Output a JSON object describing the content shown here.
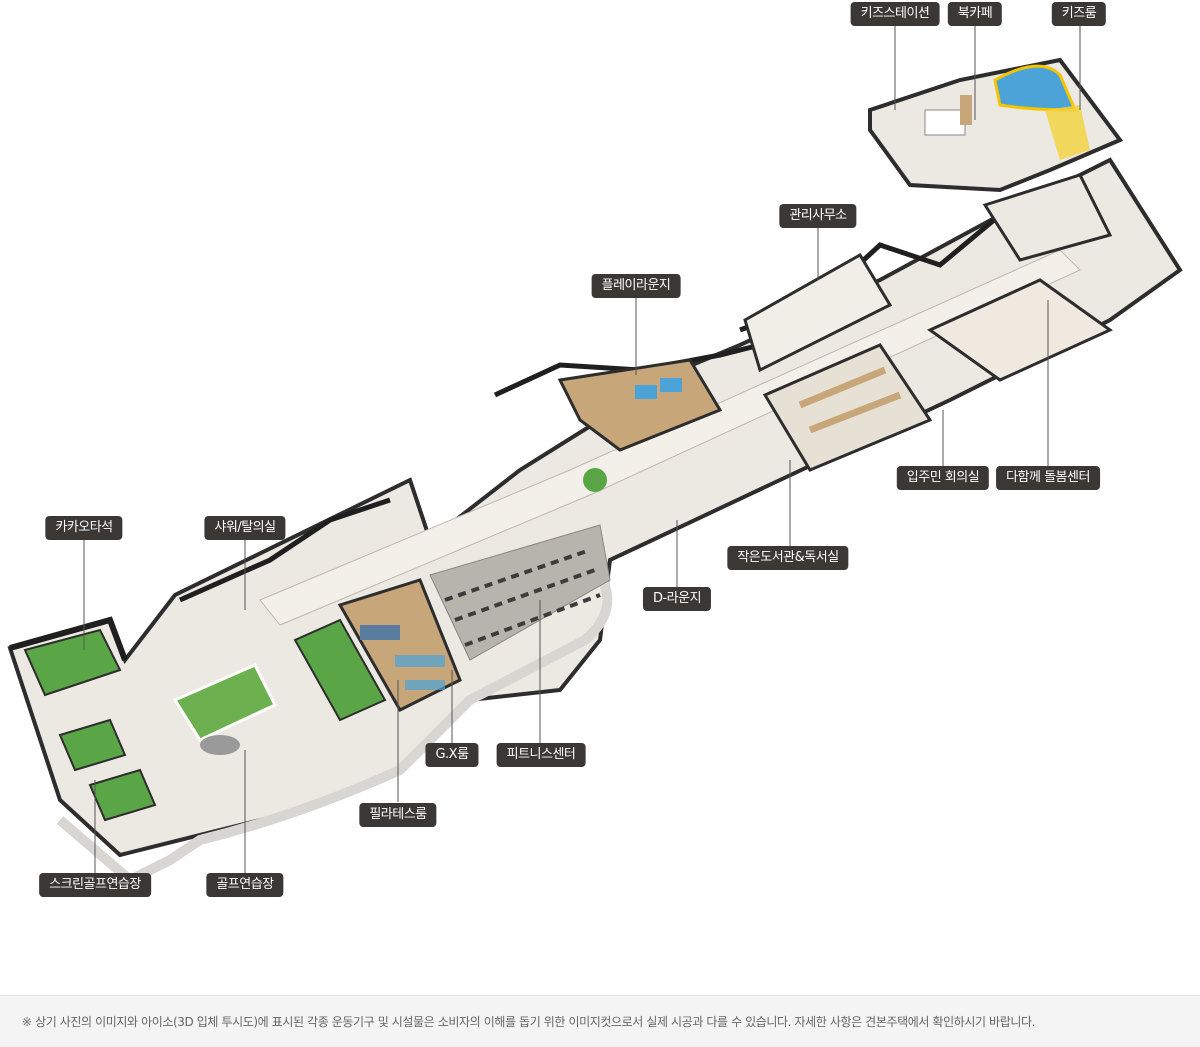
{
  "labels": {
    "kids_station": "키즈스테이션",
    "book_cafe": "북카페",
    "kids_room": "키즈룸",
    "management_office": "관리사무소",
    "play_lounge": "플레이라운지",
    "kakao_seats": "카카오타석",
    "shower_room": "샤워/탈의실",
    "resident_meeting": "입주민 회의실",
    "care_center": "다함께 돌봄센터",
    "library": "작은도서관&독서실",
    "d_lounge": "D-라운지",
    "gx_room": "G.X룸",
    "fitness_center": "피트니스센터",
    "pilates_room": "필라테스룸",
    "screen_golf": "스크린골프연습장",
    "golf_practice": "골프연습장"
  },
  "footer": {
    "note": "※ 상기 사진의 이미지와 아이소(3D 입체 투시도)에 표시된 각종 운동기구 및 시설물은 소비자의 이해를 돕기 위한 이미지컷으로서 실제 시공과 다를 수 있습니다. 자세한 사항은 견본주택에서 확인하시기 바랍니다."
  },
  "colors": {
    "label_bg": "#3a3735",
    "wall": "#2d2d2d",
    "floor": "#ece8e2",
    "wood": "#c7a77a",
    "golf_green": "#5aa646",
    "glass": "#dfe3e2"
  }
}
